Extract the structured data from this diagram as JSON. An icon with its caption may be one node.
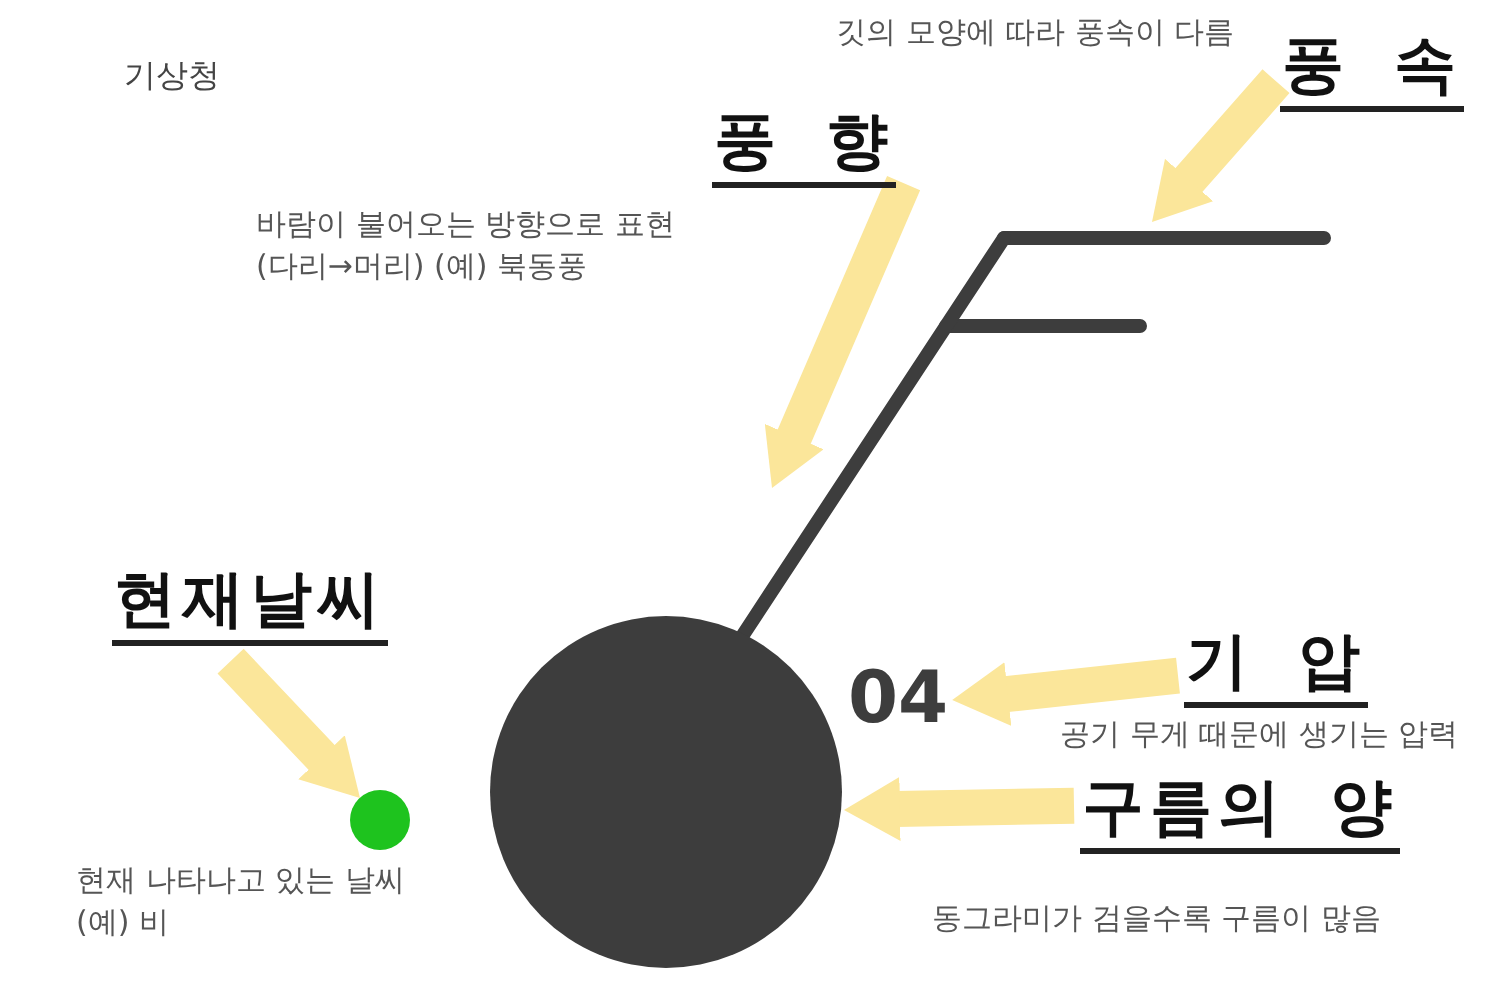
{
  "diagram": {
    "nodes": [
      {
        "text": [
          "풍 속"
        ],
        "beside": [
          "깃의 모양에 따라 풍속이 다름"
        ]
      },
      {
        "text": [
          "풍 향"
        ],
        "beside": [
          "바람이 불어오는 방향으로 표현 (다리→머리) (예) 북동풍"
        ]
      },
      {
        "text": [],
        "shape": "line"
      },
      {
        "text": [],
        "shape": "line"
      },
      {
        "text": [
          "기 압"
        ],
        "beside": [
          "공기 무게 때문에 생기는 압력"
        ]
      },
      {
        "text": [
          "04"
        ]
      },
      {
        "text": [
          "현재날씨"
        ]
      },
      {
        "text": [],
        "shape": "circle",
        "beside": [
          "현재 나타나고 있는 날씨 (예) 비"
        ]
      },
      {
        "text": [],
        "shape": "circle"
      },
      {
        "text": [
          "구름의 양"
        ],
        "beside": [
          "동그라미가 검을수록 구름이 많음"
        ]
      }
    ],
    "edges": [
      {
        "from": 0,
        "to": 2,
        "arrow": "to"
      },
      {
        "from": 1,
        "to": 3,
        "arrow": "to"
      },
      {
        "from": 4,
        "to": 5,
        "arrow": "to"
      },
      {
        "from": 6,
        "to": 7,
        "arrow": "to"
      },
      {
        "from": 9,
        "to": 8,
        "arrow": "to"
      }
    ],
    "labels": [
      "기상청"
    ]
  }
}
